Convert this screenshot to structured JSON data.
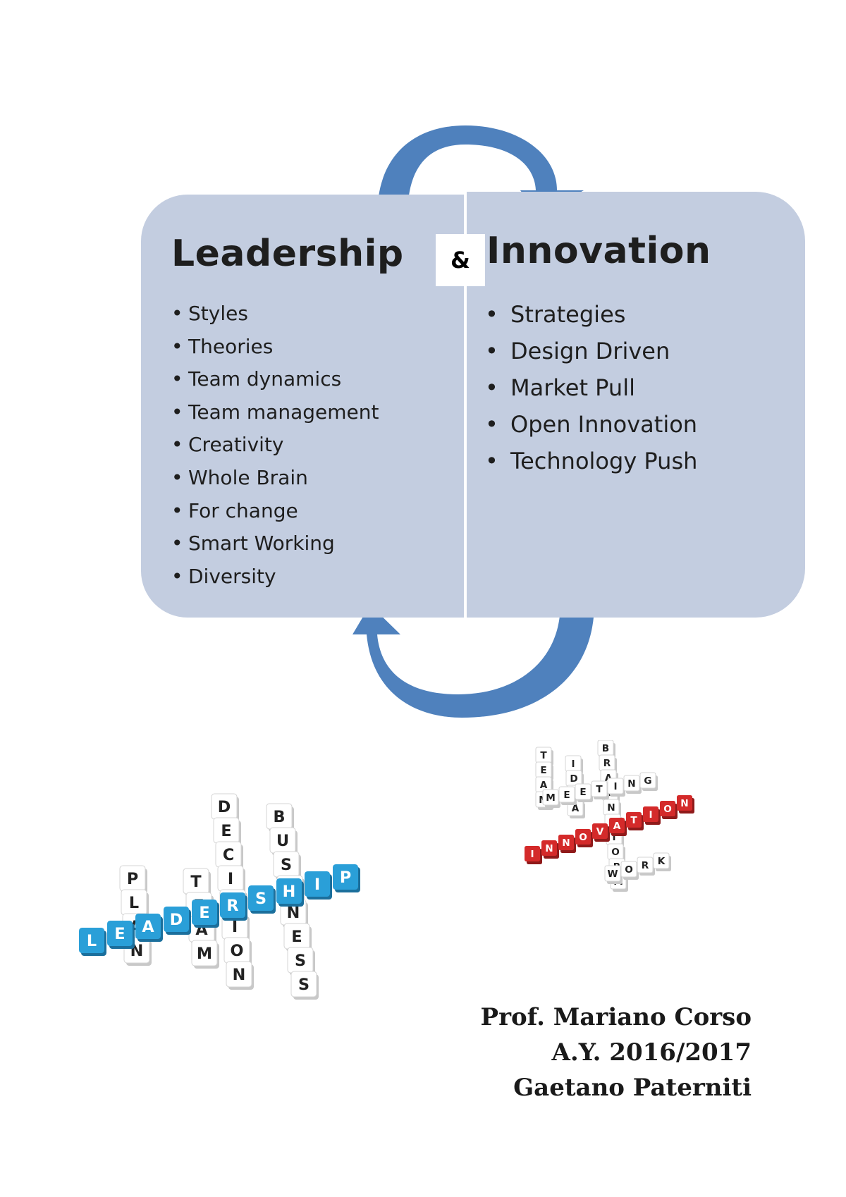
{
  "left_panel": {
    "title": "Leadership",
    "items": [
      "Styles",
      "Theories",
      "Team dynamics",
      "Team management",
      "Creativity",
      "Whole Brain",
      "For change",
      "Smart Working",
      "Diversity"
    ]
  },
  "connector": "&",
  "right_panel": {
    "title": "Innovation",
    "items": [
      "Strategies",
      "Design Driven",
      "Market Pull",
      "Open Innovation",
      "Technology Push"
    ]
  },
  "bullet": "•",
  "leadership_crossword": {
    "main_word": [
      "L",
      "E",
      "A",
      "D",
      "E",
      "R",
      "S",
      "H",
      "I",
      "P"
    ],
    "down_words": {
      "plan": [
        "P",
        "L",
        "A",
        "N"
      ],
      "team": [
        "T",
        "E",
        "A",
        "M"
      ],
      "decision": [
        "D",
        "E",
        "C",
        "I",
        "S",
        "I",
        "O",
        "N"
      ],
      "business": [
        "B",
        "U",
        "S",
        "I",
        "N",
        "E",
        "S",
        "S"
      ]
    }
  },
  "innovation_crossword": {
    "main_word": [
      "I",
      "N",
      "N",
      "O",
      "V",
      "A",
      "T",
      "I",
      "O",
      "N"
    ],
    "other_words": {
      "team": [
        "T",
        "E",
        "A",
        "M"
      ],
      "idea": [
        "I",
        "D",
        "E",
        "A"
      ],
      "meeting": [
        "M",
        "E",
        "E",
        "T",
        "I",
        "N",
        "G"
      ],
      "brainstorm": [
        "B",
        "R",
        "A",
        "I",
        "N",
        "S",
        "T",
        "O",
        "R",
        "M"
      ],
      "work": [
        "W",
        "O",
        "R",
        "K"
      ]
    }
  },
  "signature": {
    "line1": "Prof.  Mariano Corso",
    "line2": "A.Y. 2016/2017",
    "line3": "Gaetano Paterniti"
  },
  "colors": {
    "panel": "#c3cde0",
    "arrow": "#4f81bd",
    "leadership_cube": "#2a9fd8",
    "innovation_cube": "#d42a2a"
  }
}
